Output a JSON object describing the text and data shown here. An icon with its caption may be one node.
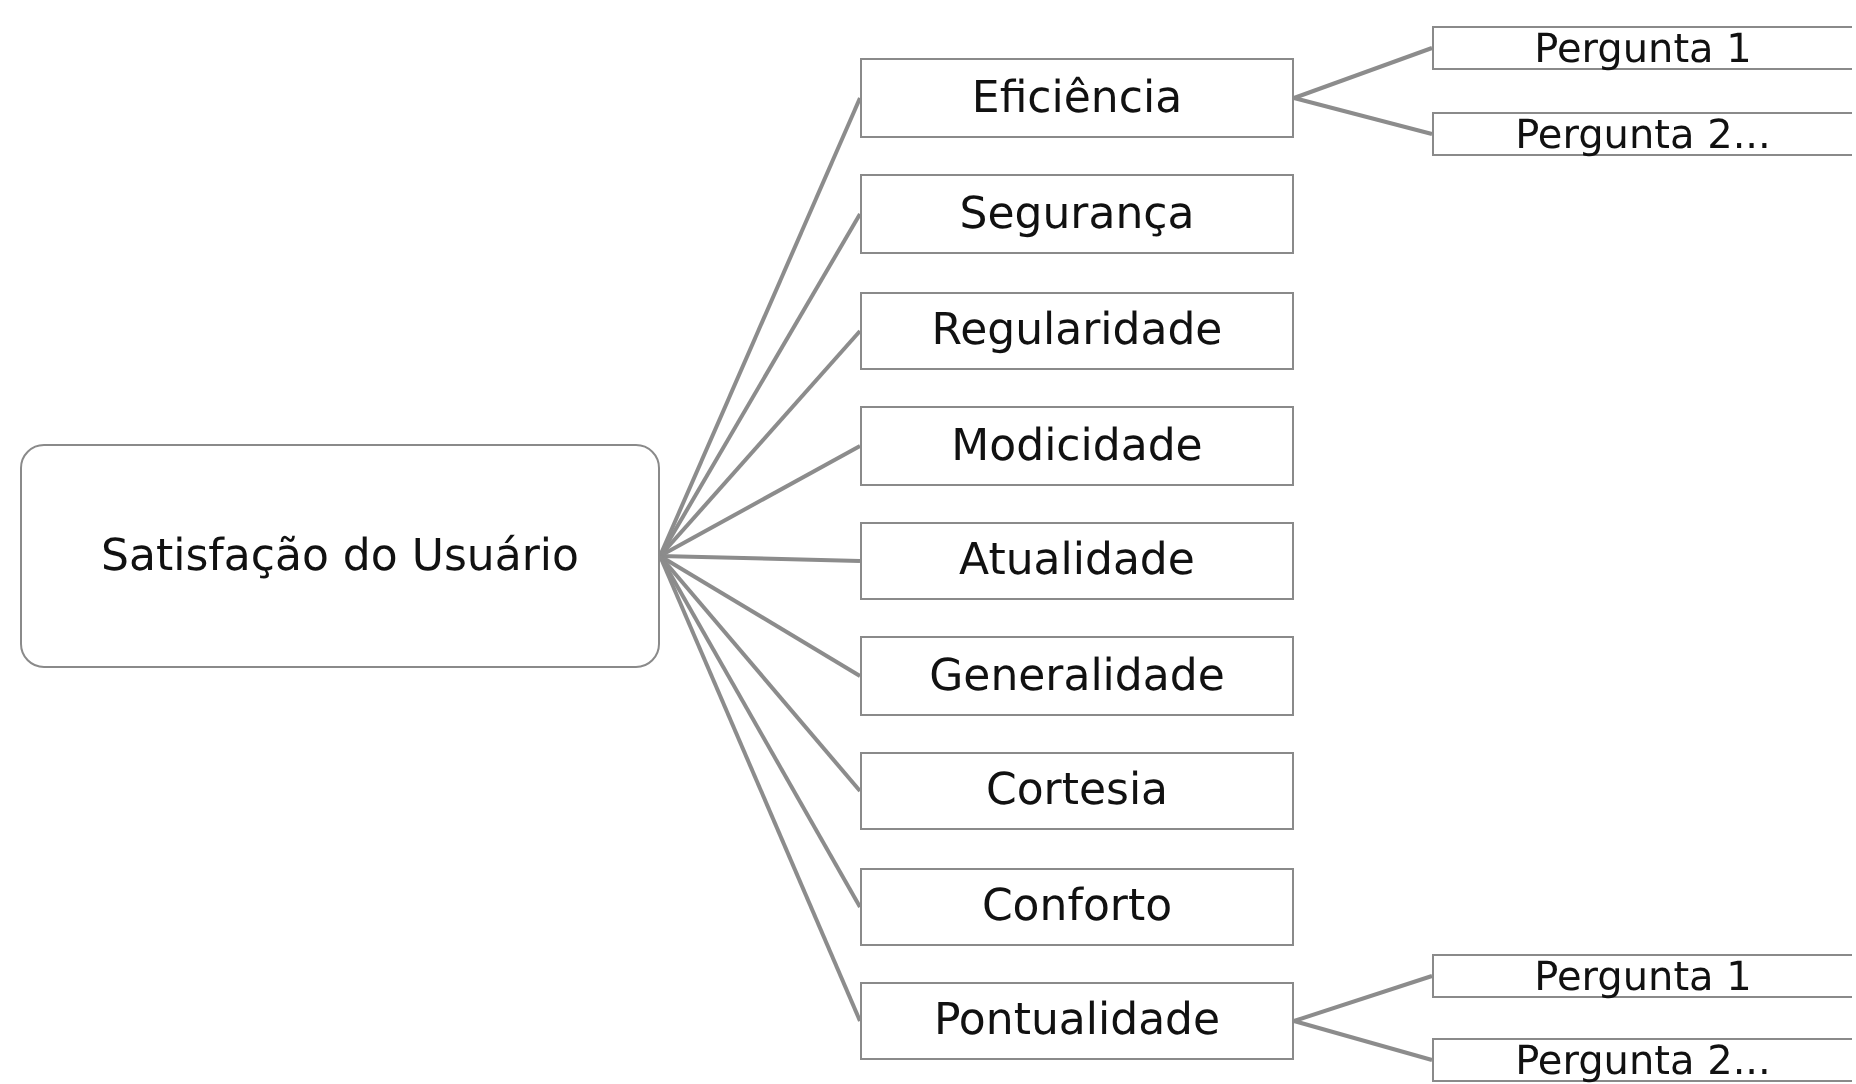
{
  "diagram": {
    "nodes": [
      {
        "text": [
          "Satisfação do Usuário"
        ]
      },
      {
        "text": [
          "Eficiência"
        ]
      },
      {
        "text": [
          "Pergunta 1"
        ]
      },
      {
        "text": [
          "Pergunta 2..."
        ]
      },
      {
        "text": [
          "Segurança"
        ]
      },
      {
        "text": [
          "Regularidade"
        ]
      },
      {
        "text": [
          "Modicidade"
        ]
      },
      {
        "text": [
          "Atualidade"
        ]
      },
      {
        "text": [
          "Generalidade"
        ]
      },
      {
        "text": [
          "Cortesia"
        ]
      },
      {
        "text": [
          "Conforto"
        ]
      },
      {
        "text": [
          "Pontualidade"
        ]
      },
      {
        "text": [
          "Pergunta 1"
        ]
      },
      {
        "text": [
          "Pergunta 2..."
        ]
      }
    ],
    "edges": [
      {
        "from": 0,
        "to": 1,
        "arrow": "none"
      },
      {
        "from": 1,
        "to": 2,
        "arrow": "none"
      },
      {
        "from": 1,
        "to": 3,
        "arrow": "none"
      },
      {
        "from": 0,
        "to": 4,
        "arrow": "none"
      },
      {
        "from": 0,
        "to": 5,
        "arrow": "none"
      },
      {
        "from": 0,
        "to": 6,
        "arrow": "none"
      },
      {
        "from": 0,
        "to": 7,
        "arrow": "none"
      },
      {
        "from": 0,
        "to": 8,
        "arrow": "none"
      },
      {
        "from": 0,
        "to": 9,
        "arrow": "none"
      },
      {
        "from": 0,
        "to": 10,
        "arrow": "none"
      },
      {
        "from": 0,
        "to": 11,
        "arrow": "none"
      },
      {
        "from": 11,
        "to": 12,
        "arrow": "none"
      },
      {
        "from": 11,
        "to": 13,
        "arrow": "none"
      }
    ]
  }
}
